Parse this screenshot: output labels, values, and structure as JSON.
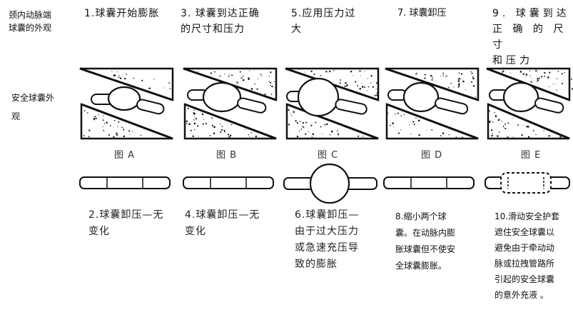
{
  "row_labels": {
    "top": [
      "颈内动脉端",
      "球囊的外观"
    ],
    "safety": [
      "安全球囊外",
      "观"
    ]
  },
  "steps": [
    {
      "lines": [
        "1.球囊开始膨胀"
      ]
    },
    {
      "lines": [
        "3. 球囊到达正确",
        "的尺寸和压力"
      ]
    },
    {
      "lines": [
        "5.应用压力过",
        "大"
      ]
    },
    {
      "lines": [
        "7. 球囊卸压"
      ]
    },
    {
      "lines": [
        "9.  球囊到达",
        "正 确 的 尺 寸",
        "和压力"
      ]
    }
  ],
  "figures": [
    "图 A",
    "图 B",
    "图 C",
    "图 D",
    "图 E"
  ],
  "notes": [
    {
      "lines": [
        "2.球囊卸压—无",
        "变化"
      ]
    },
    {
      "lines": [
        "4.球囊卸压—无",
        "变化"
      ]
    },
    {
      "lines": [
        "6.球囊卸压—",
        "由于过大压力",
        "或急速充压导",
        "致的膨胀"
      ]
    },
    {
      "lines": [
        "8.缩小两个球",
        "囊。在动脉内膨",
        "胀球囊但不使安",
        "全球囊膨胀。"
      ]
    },
    {
      "lines": [
        "10.滑动安全护套",
        "遮住安全球囊以",
        "避免由于牵动动",
        "脉或拉拽管路所",
        "引起的安全球囊",
        "的意外充液 。"
      ]
    }
  ],
  "colors": {
    "ink": "#111111",
    "speckle": "#1a1a1a"
  }
}
